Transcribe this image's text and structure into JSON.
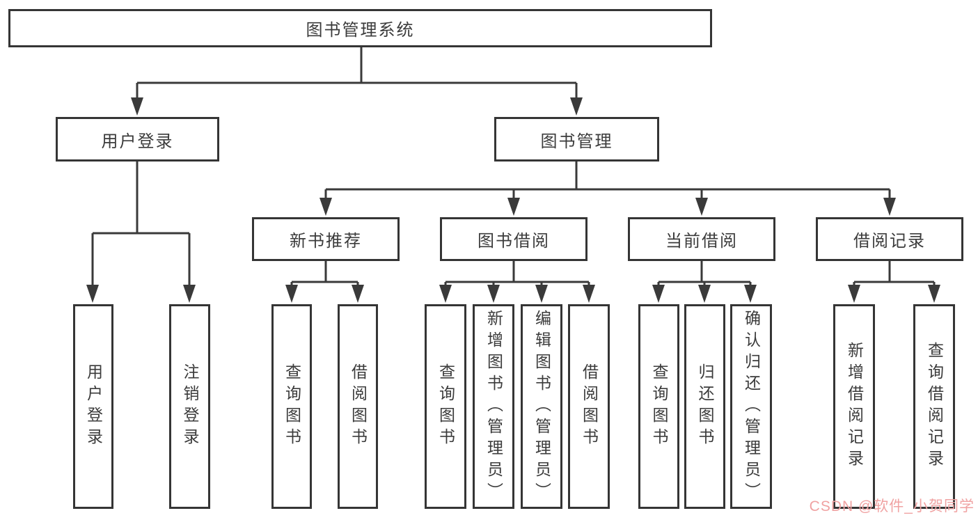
{
  "diagram": {
    "root": "图书管理系统",
    "user_login": {
      "label": "用户登录",
      "children": [
        "用户登录",
        "注销登录"
      ]
    },
    "book_manage": {
      "label": "图书管理",
      "sections": [
        {
          "label": "新书推荐",
          "children": [
            "查询图书",
            "借阅图书"
          ]
        },
        {
          "label": "图书借阅",
          "children": [
            "查询图书",
            "新增图书（管理员）",
            "编辑图书（管理员）",
            "借阅图书"
          ]
        },
        {
          "label": "当前借阅",
          "children": [
            "查询图书",
            "归还图书",
            "确认归还（管理员）"
          ]
        },
        {
          "label": "借阅记录",
          "children": [
            "新增借阅记录",
            "查询借阅记录"
          ]
        }
      ]
    }
  },
  "watermark": {
    "text": "CSDN @软件_小贺同学",
    "color": "#F0A2A2"
  },
  "colors": {
    "line": "#3A3A3A",
    "box_border": "#353535",
    "text": "#3B3B3B",
    "background": "#FFFFFF"
  }
}
